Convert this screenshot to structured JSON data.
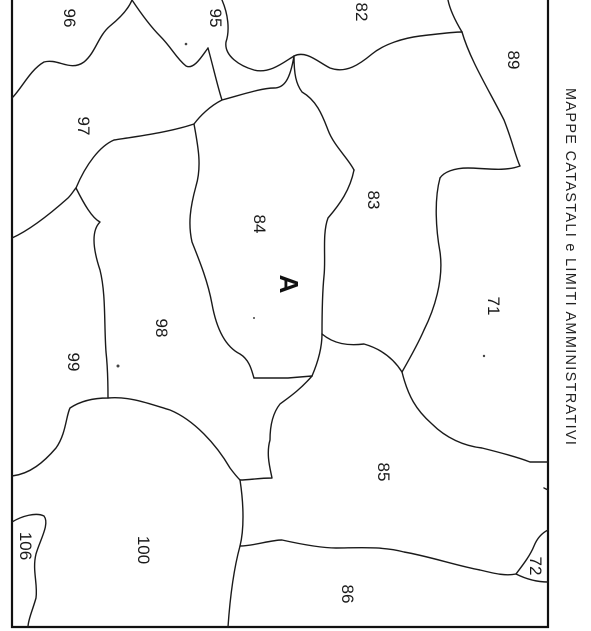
{
  "map": {
    "caption": "MAPPE CATASTALI  e  LIMITI AMMINISTRATIVI",
    "zone_letter": "A",
    "parcels": {
      "p96": "96",
      "p95": "95",
      "p82": "82",
      "p89": "89",
      "p97": "97",
      "p84": "84",
      "p83": "83",
      "p71": "71",
      "p98": "98",
      "p99": "99",
      "p85": "85",
      "p106": "106",
      "p100": "100",
      "p72": "72",
      "p86": "86"
    },
    "colors": {
      "line": "#1a1a1a",
      "paper": "#ffffff"
    }
  }
}
